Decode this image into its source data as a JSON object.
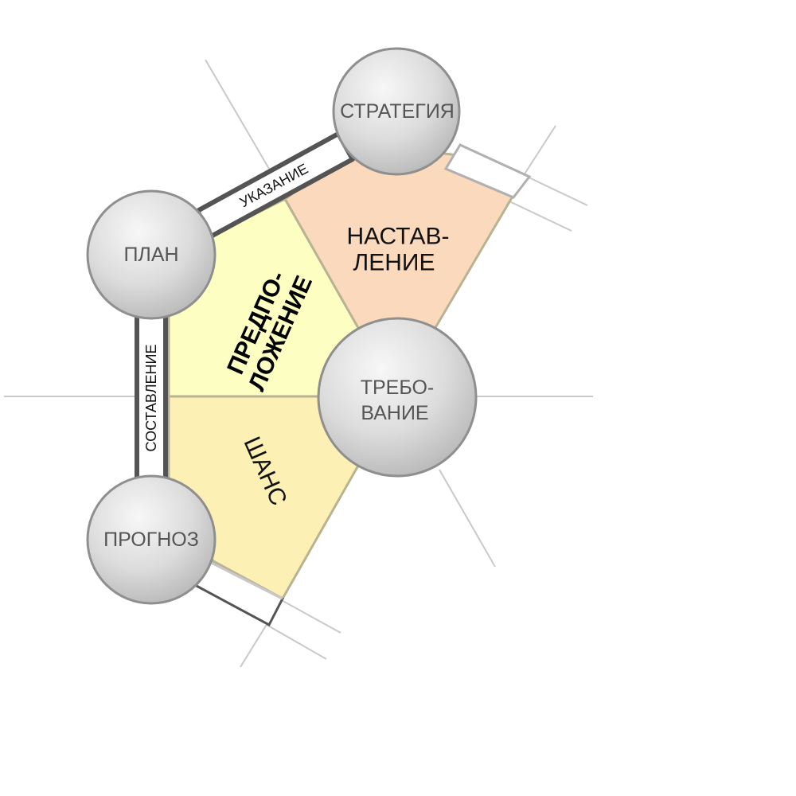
{
  "colors": {
    "region_top": "#fad9bd",
    "region_middle": "#fdfec2",
    "region_bottom": "#fdf0b4",
    "region_border": "#b8b392",
    "edge_dark": "#545454",
    "guide_line": "#c9c9c9",
    "node_fill_light": "#f4f4f4",
    "node_fill_dark": "#b9b9b9",
    "node_stroke": "#8f8f8f"
  },
  "nodes": {
    "strategy": "СТРАТЕГИЯ",
    "plan": "ПЛАН",
    "forecast": "ПРОГНОЗ",
    "requirement_line1": "ТРЕБО-",
    "requirement_line2": "ВАНИЕ"
  },
  "regions": {
    "guidance_line1": "НАСТАВ-",
    "guidance_line2": "ЛЕНИЕ",
    "assumption_line1": "ПРЕДПО-",
    "assumption_line2": "ЛОЖЕНИЕ",
    "chance": "ШАНС"
  },
  "edges": {
    "instruction": "УКАЗАНИЕ",
    "composition": "СОСТАВЛЕНИЕ"
  }
}
